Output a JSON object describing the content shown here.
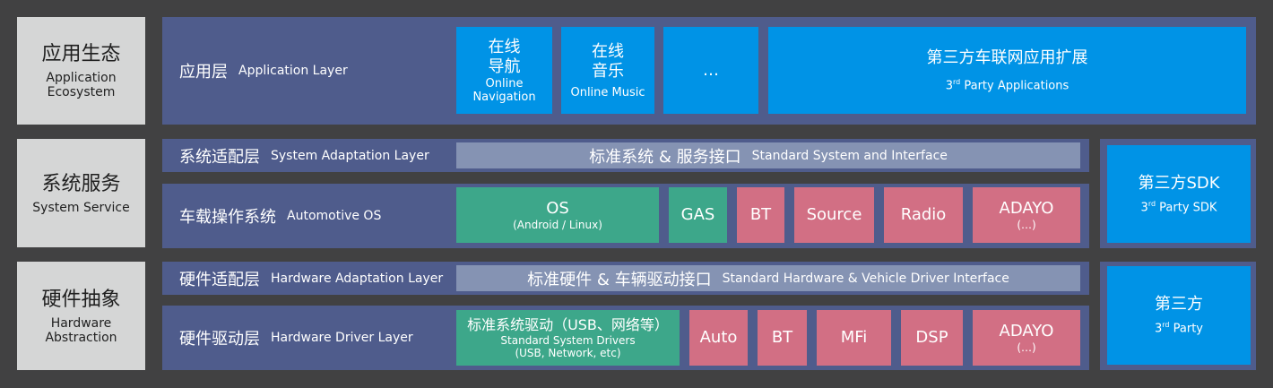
{
  "sections": [
    {
      "zh": "应用生态",
      "en_lines": [
        "Application",
        "Ecosystem"
      ]
    },
    {
      "zh": "系统服务",
      "en_lines": [
        "System Service"
      ]
    },
    {
      "zh": "硬件抽象",
      "en_lines": [
        "Hardware",
        "Abstraction"
      ]
    }
  ],
  "app_layer": {
    "zh": "应用层",
    "en": "Application Layer",
    "nav": {
      "zh_lines": [
        "在线",
        "导航"
      ],
      "en_lines": [
        "Online",
        "Navigation"
      ]
    },
    "music": {
      "zh_lines": [
        "在线",
        "音乐"
      ],
      "en": "Online Music"
    },
    "ellipsis": "…",
    "third_party": {
      "zh": "第三方车联网应用扩展",
      "en_prefix": "3",
      "en_sup": "rd",
      "en_suffix": " Party Applications"
    }
  },
  "sys_adapt": {
    "zh": "系统适配层",
    "en": "System Adaptation Layer",
    "interface": {
      "zh": "标准系统 & 服务接口",
      "en": "Standard System and Interface"
    }
  },
  "auto_os": {
    "zh": "车载操作系统",
    "en": "Automotive OS",
    "os": {
      "title": "OS",
      "sub": "(Android / Linux)"
    },
    "gas": "GAS",
    "bt": "BT",
    "source": "Source",
    "radio": "Radio",
    "adayo": {
      "title": "ADAYO",
      "sub": "(…)"
    }
  },
  "sdk": {
    "zh": "第三方SDK",
    "en_prefix": "3",
    "en_sup": "rd",
    "en_suffix": " Party SDK"
  },
  "hw_adapt": {
    "zh": "硬件适配层",
    "en": "Hardware Adaptation Layer",
    "interface": {
      "zh": "标准硬件 & 车辆驱动接口",
      "en": "Standard Hardware & Vehicle Driver Interface"
    }
  },
  "hw_driver": {
    "zh": "硬件驱动层",
    "en": "Hardware Driver Layer",
    "std": {
      "zh": "标准系统驱动（USB、网络等）",
      "en1": "Standard System Drivers",
      "en2": "(USB, Network, etc)"
    },
    "auto": "Auto",
    "bt": "BT",
    "mfi": "MFi",
    "dsp": "DSP",
    "adayo": {
      "title": "ADAYO",
      "sub": "(…)"
    }
  },
  "third_party_hw": {
    "zh": "第三方",
    "en_prefix": "3",
    "en_sup": "rd",
    "en_suffix": " Party"
  },
  "colors": {
    "background": "#414142",
    "side_panel": "#d5d6d6",
    "layer": "#4f5c8c",
    "blue": "#0093e6",
    "green": "#3da78a",
    "pink": "#d26f84",
    "interface": "#8593b3"
  }
}
